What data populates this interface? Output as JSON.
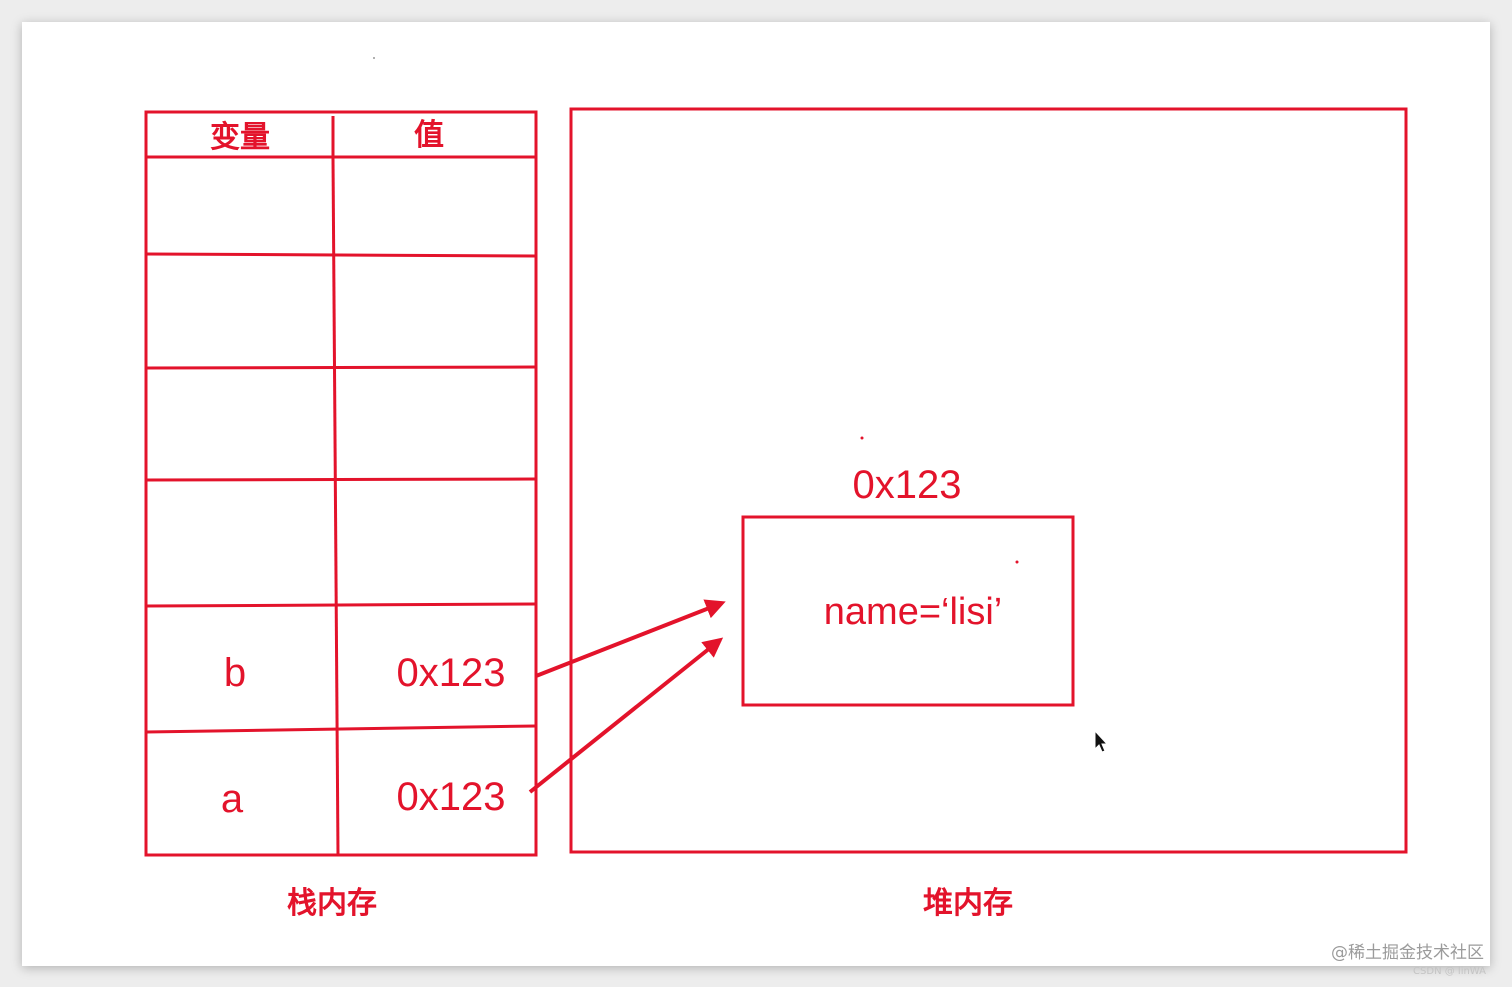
{
  "stack": {
    "header_variable": "变量",
    "header_value": "值",
    "rows": [
      {
        "variable": "b",
        "value": "0x123"
      },
      {
        "variable": "a",
        "value": "0x123"
      }
    ],
    "caption": "栈内存"
  },
  "heap": {
    "object_address": "0x123",
    "object_content": "name=‘lisi’",
    "caption": "堆内存"
  },
  "watermark": {
    "main": "@稀土掘金技术社区",
    "sub": "CSDN @ linWA"
  },
  "colors": {
    "accent": "#e3132b"
  }
}
